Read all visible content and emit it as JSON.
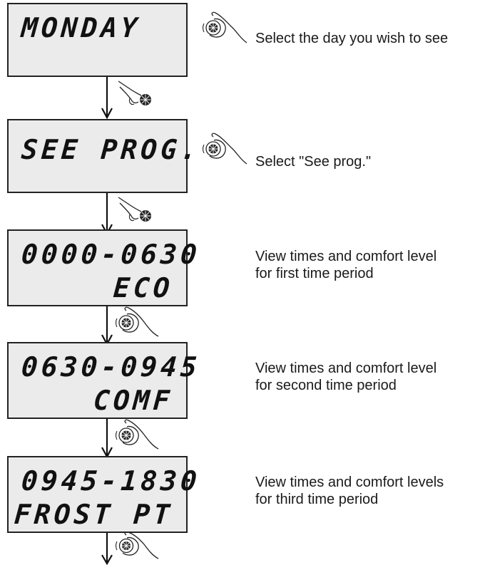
{
  "steps": [
    {
      "display": {
        "line1": "MONDAY",
        "line2": ""
      },
      "caption": "Select the day you wish to see"
    },
    {
      "display": {
        "line1": "SEE PROG.",
        "line2": ""
      },
      "caption": "Select \"See prog.\""
    },
    {
      "display": {
        "line1": "0000-0630",
        "line2": "ECO"
      },
      "caption": "View times and comfort level\nfor first time period"
    },
    {
      "display": {
        "line1": "0630-0945",
        "line2": "COMF"
      },
      "caption": "View times and comfort level\nfor second time period"
    },
    {
      "display": {
        "line1": "0945-1830",
        "line2": "FROST PT"
      },
      "caption": "View times and comfort levels\nfor third time period"
    }
  ],
  "icons": {
    "turn_knob": "hand-turning-knob-icon",
    "press_knob": "hand-pressing-knob-icon",
    "flow_arrow": "down-arrow-icon"
  },
  "colors": {
    "display_bg": "#ebebeb",
    "outline": "#222222"
  }
}
